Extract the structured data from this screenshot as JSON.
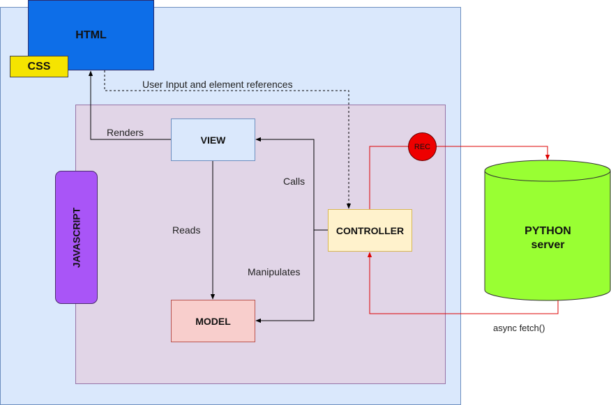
{
  "boxes": {
    "html": "HTML",
    "css": "CSS",
    "view": "VIEW",
    "model": "MODEL",
    "controller": "CONTROLLER",
    "javascript": "JAVASCRIPT",
    "rec": "REC"
  },
  "server": {
    "line1": "PYTHON",
    "line2": "server"
  },
  "edges": {
    "user_input": "User Input and element references",
    "renders": "Renders",
    "calls": "Calls",
    "reads": "Reads",
    "manipulates": "Manipulates",
    "fetch": "async fetch()"
  },
  "colors": {
    "outer_fill": "#dae8fc",
    "js_fill": "#e1d5e7",
    "html_fill": "#0d6ee8",
    "css_fill": "#f5e400",
    "view_fill": "#dae8fc",
    "model_fill": "#f8cecc",
    "controller_fill": "#fff2cc",
    "javascript_fill": "#a955f7",
    "server_fill": "#99ff33",
    "rec_fill": "#ee0000",
    "red_edge": "#dd0000"
  }
}
